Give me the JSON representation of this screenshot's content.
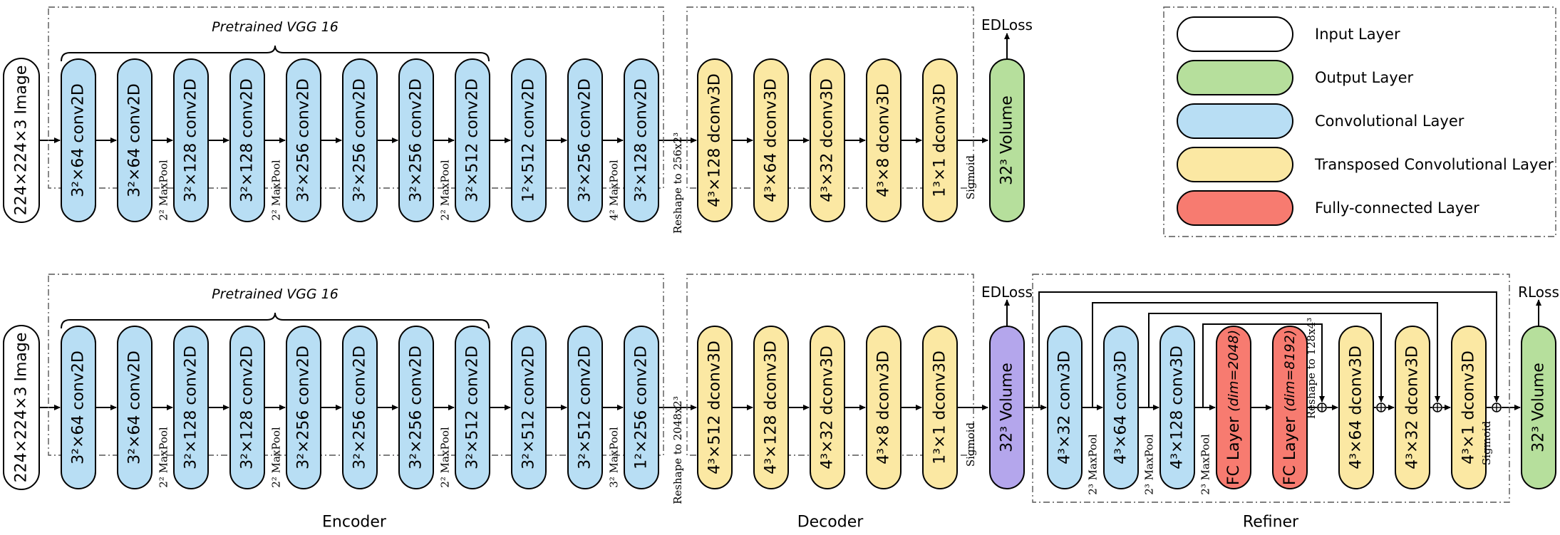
{
  "colors": {
    "input": "#ffffff",
    "output": "#b6df9c",
    "conv": "#b8def4",
    "tconv": "#fbe8a3",
    "fc": "#f77b70",
    "volume": "#b4a6ec"
  },
  "legend": [
    {
      "label": "Input Layer",
      "type": "input"
    },
    {
      "label": "Output Layer",
      "type": "output"
    },
    {
      "label": "Convolutional Layer",
      "type": "conv"
    },
    {
      "label": "Transposed Convolutional Layer",
      "type": "tconv"
    },
    {
      "label": "Fully-connected Layer",
      "type": "fc"
    }
  ],
  "rows": [
    {
      "input_label": "224×224×3 Image",
      "vgg_label": "Pretrained VGG 16",
      "encoder": [
        {
          "label": "3²×64 conv2D"
        },
        {
          "label": "3²×64 conv2D",
          "after": "2² MaxPool"
        },
        {
          "label": "3²×128 conv2D"
        },
        {
          "label": "3²×128 conv2D",
          "after": "2² MaxPool"
        },
        {
          "label": "3²×256 conv2D"
        },
        {
          "label": "3²×256 conv2D"
        },
        {
          "label": "3²×256 conv2D",
          "after": "2² MaxPool"
        },
        {
          "label": "3²×512 conv2D"
        },
        {
          "label": "1²×512 conv2D"
        },
        {
          "label": "3²×256 conv2D",
          "after": "4² MaxPool"
        },
        {
          "label": "3²×128 conv2D"
        }
      ],
      "reshape_label": "Reshape to 256x2³",
      "decoder": [
        "4³×128 dconv3D",
        "4³×64 dconv3D",
        "4³×32 dconv3D",
        "4³×8 dconv3D",
        "1³×1 dconv3D"
      ],
      "sigmoid": "Sigmoid",
      "output_label": "32³ Volume",
      "loss": "EDLoss"
    },
    {
      "input_label": "224×224×3 Image",
      "vgg_label": "Pretrained VGG 16",
      "encoder": [
        {
          "label": "3²×64 conv2D"
        },
        {
          "label": "3²×64 conv2D",
          "after": "2² MaxPool"
        },
        {
          "label": "3²×128 conv2D"
        },
        {
          "label": "3²×128 conv2D",
          "after": "2² MaxPool"
        },
        {
          "label": "3²×256 conv2D"
        },
        {
          "label": "3²×256 conv2D"
        },
        {
          "label": "3²×256 conv2D",
          "after": "2² MaxPool"
        },
        {
          "label": "3²×512 conv2D"
        },
        {
          "label": "3²×512 conv2D"
        },
        {
          "label": "3²×512 conv2D",
          "after": "3² MaxPool"
        },
        {
          "label": "1²×256 conv2D"
        }
      ],
      "reshape_label": "Reshape to 2048x2³",
      "decoder": [
        "4³×512 dconv3D",
        "4³×128 dconv3D",
        "4³×32 dconv3D",
        "4³×8 dconv3D",
        "1³×1 dconv3D"
      ],
      "sigmoid": "Sigmoid",
      "volume_label": "32³ Volume",
      "loss": "EDLoss",
      "refiner": {
        "convs": [
          {
            "label": "4³×32 conv3D",
            "after": "2³ MaxPool"
          },
          {
            "label": "4³×64 conv3D",
            "after": "2³ MaxPool"
          },
          {
            "label": "4³×128 conv3D",
            "after": "2³ MaxPool"
          }
        ],
        "fc": [
          {
            "name": "FC Layer",
            "dim": "(dim=2048)"
          },
          {
            "name": "FC Layer",
            "dim": "(dim=8192)"
          }
        ],
        "reshape_label": "Reshape to 128x4³",
        "dconvs": [
          "4³×64 dconv3D",
          "4³×32 dconv3D",
          "4³×1 dconv3D"
        ],
        "sigmoid": "Sigmoid",
        "output_label": "32³ Volume",
        "loss": "RLoss"
      }
    }
  ],
  "sections": {
    "encoder": "Encoder",
    "decoder": "Decoder",
    "refiner": "Refiner"
  }
}
